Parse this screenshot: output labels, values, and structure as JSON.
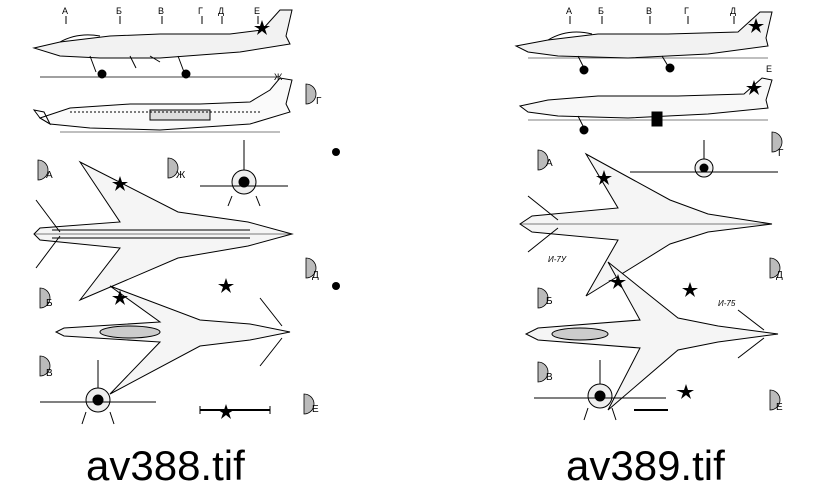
{
  "files": [
    {
      "name": "av388.tif",
      "section_markers": [
        "А",
        "Б",
        "В",
        "Г",
        "Д",
        "Е",
        "Ж"
      ],
      "view_markers": [
        "Г",
        "А",
        "Ж",
        "Б",
        "Д",
        "В",
        "Е"
      ]
    },
    {
      "name": "av389.tif",
      "section_markers": [
        "А",
        "Б",
        "В",
        "Г",
        "Д",
        "Е"
      ],
      "view_markers": [
        "А",
        "Г",
        "Б",
        "Д",
        "В",
        "Е"
      ],
      "variants": [
        "И-7У",
        "И-75"
      ]
    }
  ],
  "colors": {
    "ink": "#000000",
    "paper": "#ffffff"
  }
}
